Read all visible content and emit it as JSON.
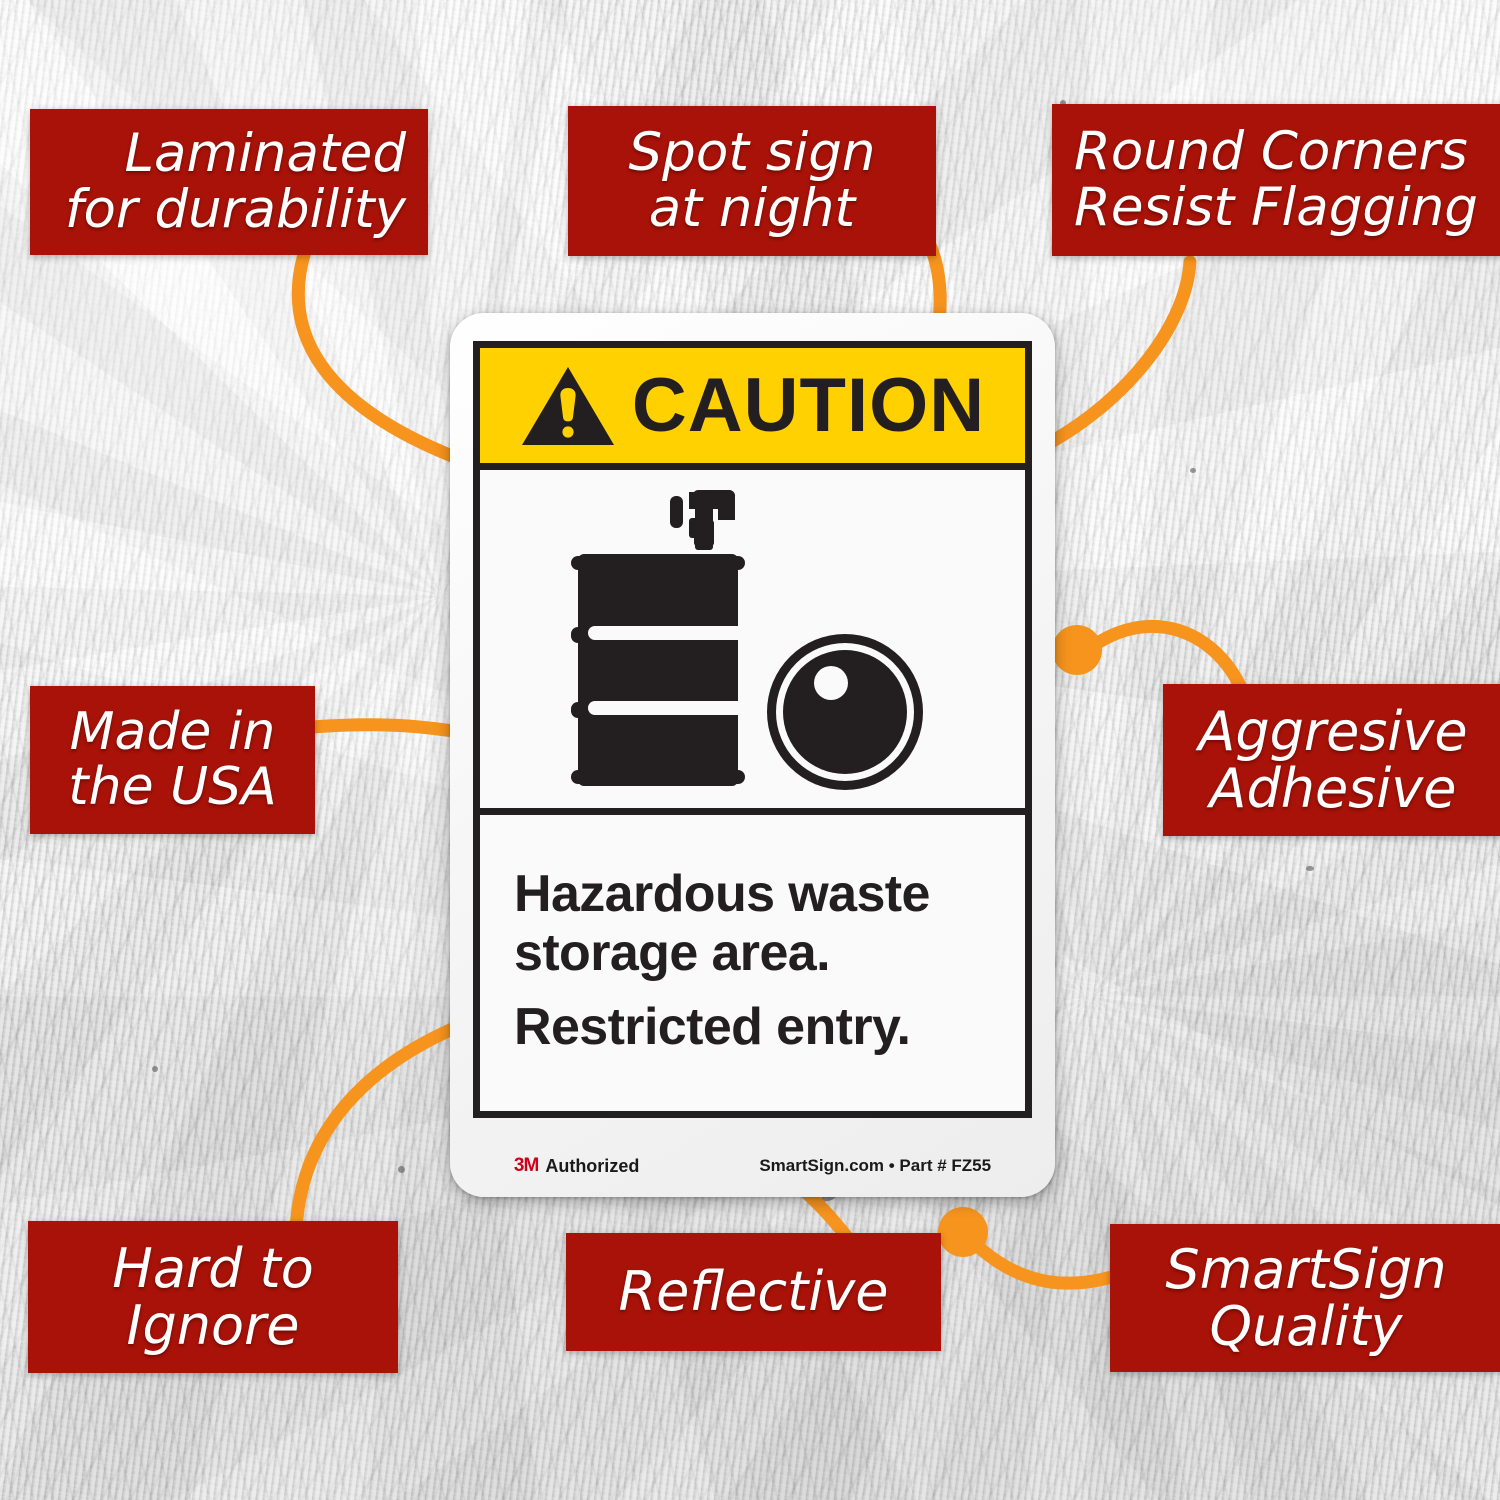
{
  "colors": {
    "callout_bg": "#a81208",
    "callout_text": "#ffffff",
    "connector": "#f7941e",
    "header_yellow": "#ffd100",
    "ink": "#231f20",
    "sign_face": "#fafafa",
    "brand_red": "#d0021b",
    "background": "#dcdcdc"
  },
  "sign": {
    "header": {
      "signal_word": "CAUTION",
      "icon": "warning-triangle-exclamation-icon"
    },
    "pictogram": {
      "icon": "hazardous-waste-drum-icon",
      "description": "drum with spigot and drum lid"
    },
    "message": {
      "line1": "Hazardous waste",
      "line2": "storage area.",
      "line3": "Restricted entry."
    },
    "footer": {
      "brand_mark": "3M",
      "authorized": "Authorized",
      "site_and_part": "SmartSign.com • Part # FZ55"
    }
  },
  "callouts": [
    {
      "id": "laminated",
      "line1": "Laminated",
      "line2": "for durability"
    },
    {
      "id": "spot_sign",
      "line1": "Spot sign",
      "line2": "at night"
    },
    {
      "id": "round",
      "line1": "Round Corners",
      "line2": "Resist Flagging"
    },
    {
      "id": "made_usa",
      "line1": "Made in",
      "line2": "the USA"
    },
    {
      "id": "adhesive",
      "line1": "Aggresive",
      "line2": "Adhesive"
    },
    {
      "id": "hard",
      "line1": "Hard to",
      "line2": "Ignore"
    },
    {
      "id": "reflective",
      "line1": "Reflective",
      "line2": ""
    },
    {
      "id": "smartsign",
      "line1": "SmartSign",
      "line2": "Quality"
    }
  ]
}
